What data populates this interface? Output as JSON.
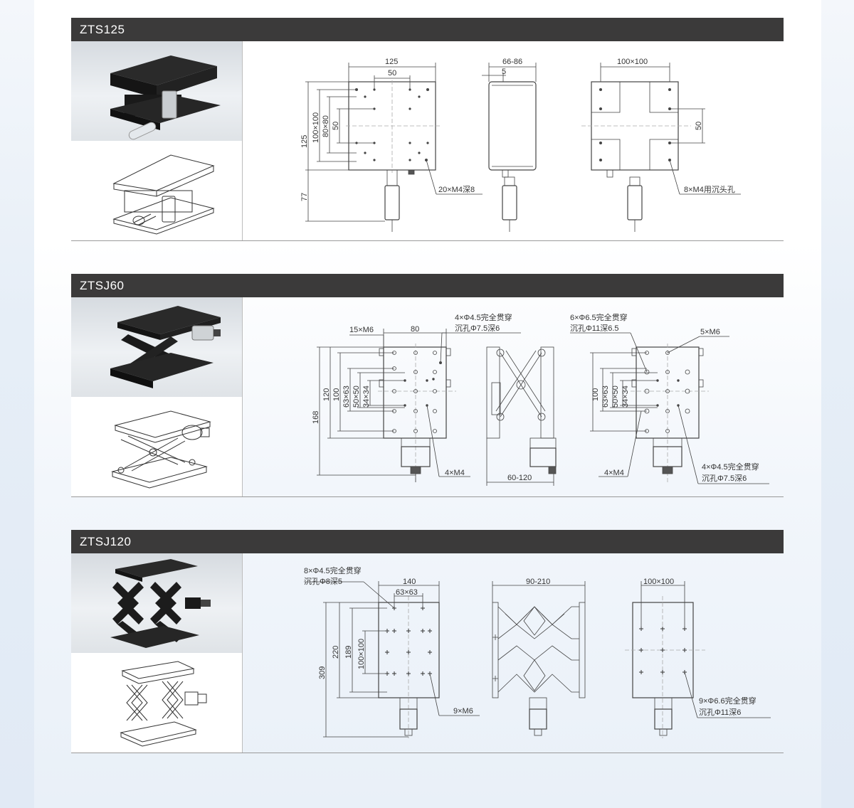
{
  "sections": [
    {
      "title": "ZTS125",
      "dims": {
        "top_width": "125",
        "top_inner": "50",
        "left_height": "125",
        "left_100": "100×100",
        "left_80": "80×80",
        "left_50": "50",
        "bottom_77": "77",
        "callout1": "20×M4深8",
        "side_width": "66-86",
        "side_5": "5",
        "right_top": "100×100",
        "right_50": "50",
        "callout2": "8×M4用沉头孔"
      }
    },
    {
      "title": "ZTSJ60",
      "dims": {
        "m6": "15×M6",
        "w80": "80",
        "note1a": "4×Φ4.5完全贯穿",
        "note1b": "沉孔Φ7.5深6",
        "h168": "168",
        "h120": "120",
        "h100": "100",
        "h63": "63×63",
        "h50": "50×50",
        "h34": "34×34",
        "m4a": "4×M4",
        "side_w": "60-120",
        "note2a": "6×Φ6.5完全贯穿",
        "note2b": "沉孔Φ11深6.5",
        "m6b": "5×M6",
        "r100": "100",
        "r63": "63×63",
        "r50": "50×50",
        "r34": "34×34",
        "m4b": "4×M4",
        "note3a": "4×Φ4.5完全贯穿",
        "note3b": "沉孔Φ7.5深6"
      }
    },
    {
      "title": "ZTSJ120",
      "dims": {
        "note1a": "8×Φ4.5完全贯穿",
        "note1b": "沉孔Φ8深5",
        "w140": "140",
        "w63": "63×63",
        "h309": "309",
        "h220": "220",
        "h189": "189",
        "h100": "100×100",
        "m6": "9×M6",
        "side_w": "90-210",
        "r100": "100×100",
        "note2a": "9×Φ6.6完全贯穿",
        "note2b": "沉孔Φ11深6"
      }
    }
  ],
  "colors": {
    "header_bg": "#3b3a3a",
    "header_text": "#ffffff",
    "line": "#555555"
  }
}
